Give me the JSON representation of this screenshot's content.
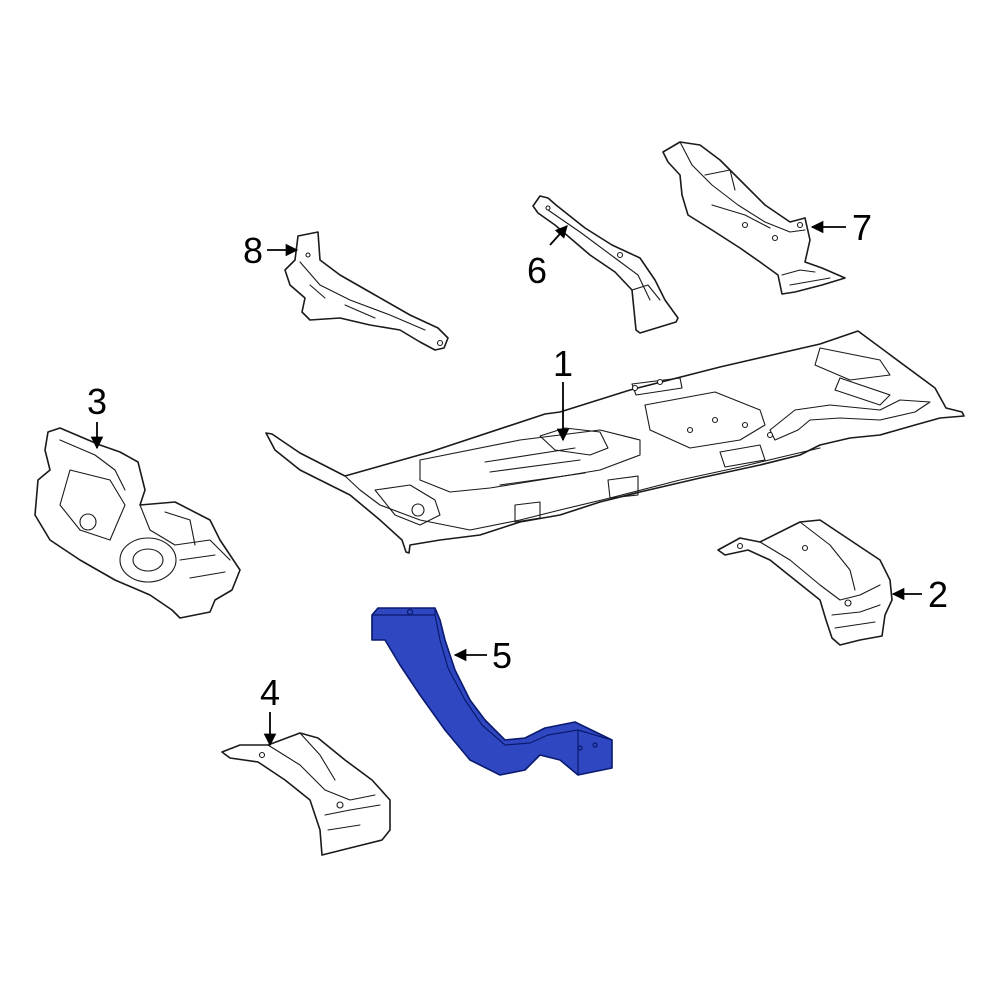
{
  "diagram": {
    "highlight_color": "#2f48c2",
    "line_color": "#1a1a1a",
    "background": "#ffffff",
    "callouts": [
      {
        "id": "1",
        "label": "1"
      },
      {
        "id": "2",
        "label": "2"
      },
      {
        "id": "3",
        "label": "3"
      },
      {
        "id": "4",
        "label": "4"
      },
      {
        "id": "5",
        "label": "5"
      },
      {
        "id": "6",
        "label": "6"
      },
      {
        "id": "7",
        "label": "7"
      },
      {
        "id": "8",
        "label": "8"
      }
    ],
    "highlighted_part": "5"
  }
}
